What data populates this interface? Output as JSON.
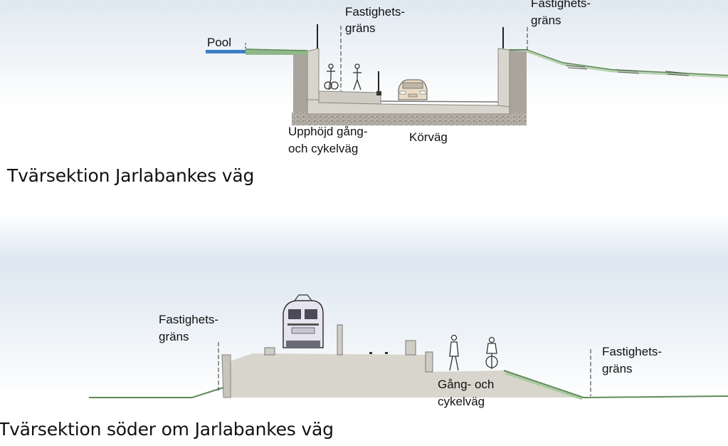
{
  "section_top": {
    "title": "Tvärsektion Jarlabankes väg",
    "labels": {
      "pool": "Pool",
      "boundary_left": [
        "Fastighets-",
        "gräns"
      ],
      "boundary_right": [
        "Fastighets-",
        "gräns"
      ],
      "raised_path": [
        "Upphöjd gång-",
        "och cykelväg"
      ],
      "roadway": "Körväg"
    }
  },
  "section_bottom": {
    "title": "Tvärsektion söder om Jarlabankes väg",
    "labels": {
      "boundary_left": [
        "Fastighets-",
        "gräns"
      ],
      "boundary_right": [
        "Fastighets-",
        "gräns"
      ],
      "path": [
        "Gång- och",
        "cykelväg"
      ]
    }
  },
  "colors": {
    "pool": "#3b7fc4",
    "grass": "#8fb88a",
    "concrete": "#d8d5cc",
    "wall": "#bdbab3",
    "gravel": "#9a968f"
  }
}
